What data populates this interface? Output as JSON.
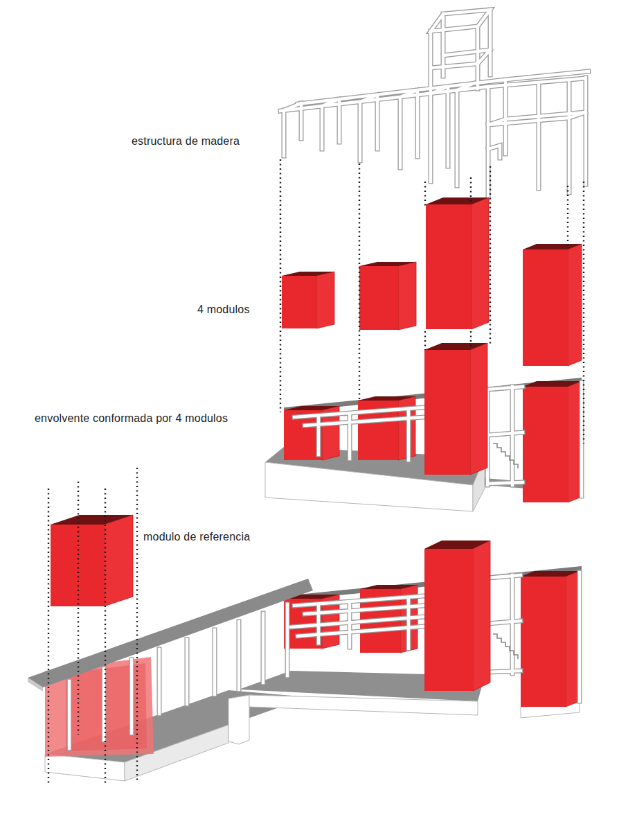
{
  "diagram": {
    "labels": [
      "estructura de madera",
      "4 modulos",
      "envolvente conformada por 4 modulos",
      "modulo de referencia"
    ]
  }
}
